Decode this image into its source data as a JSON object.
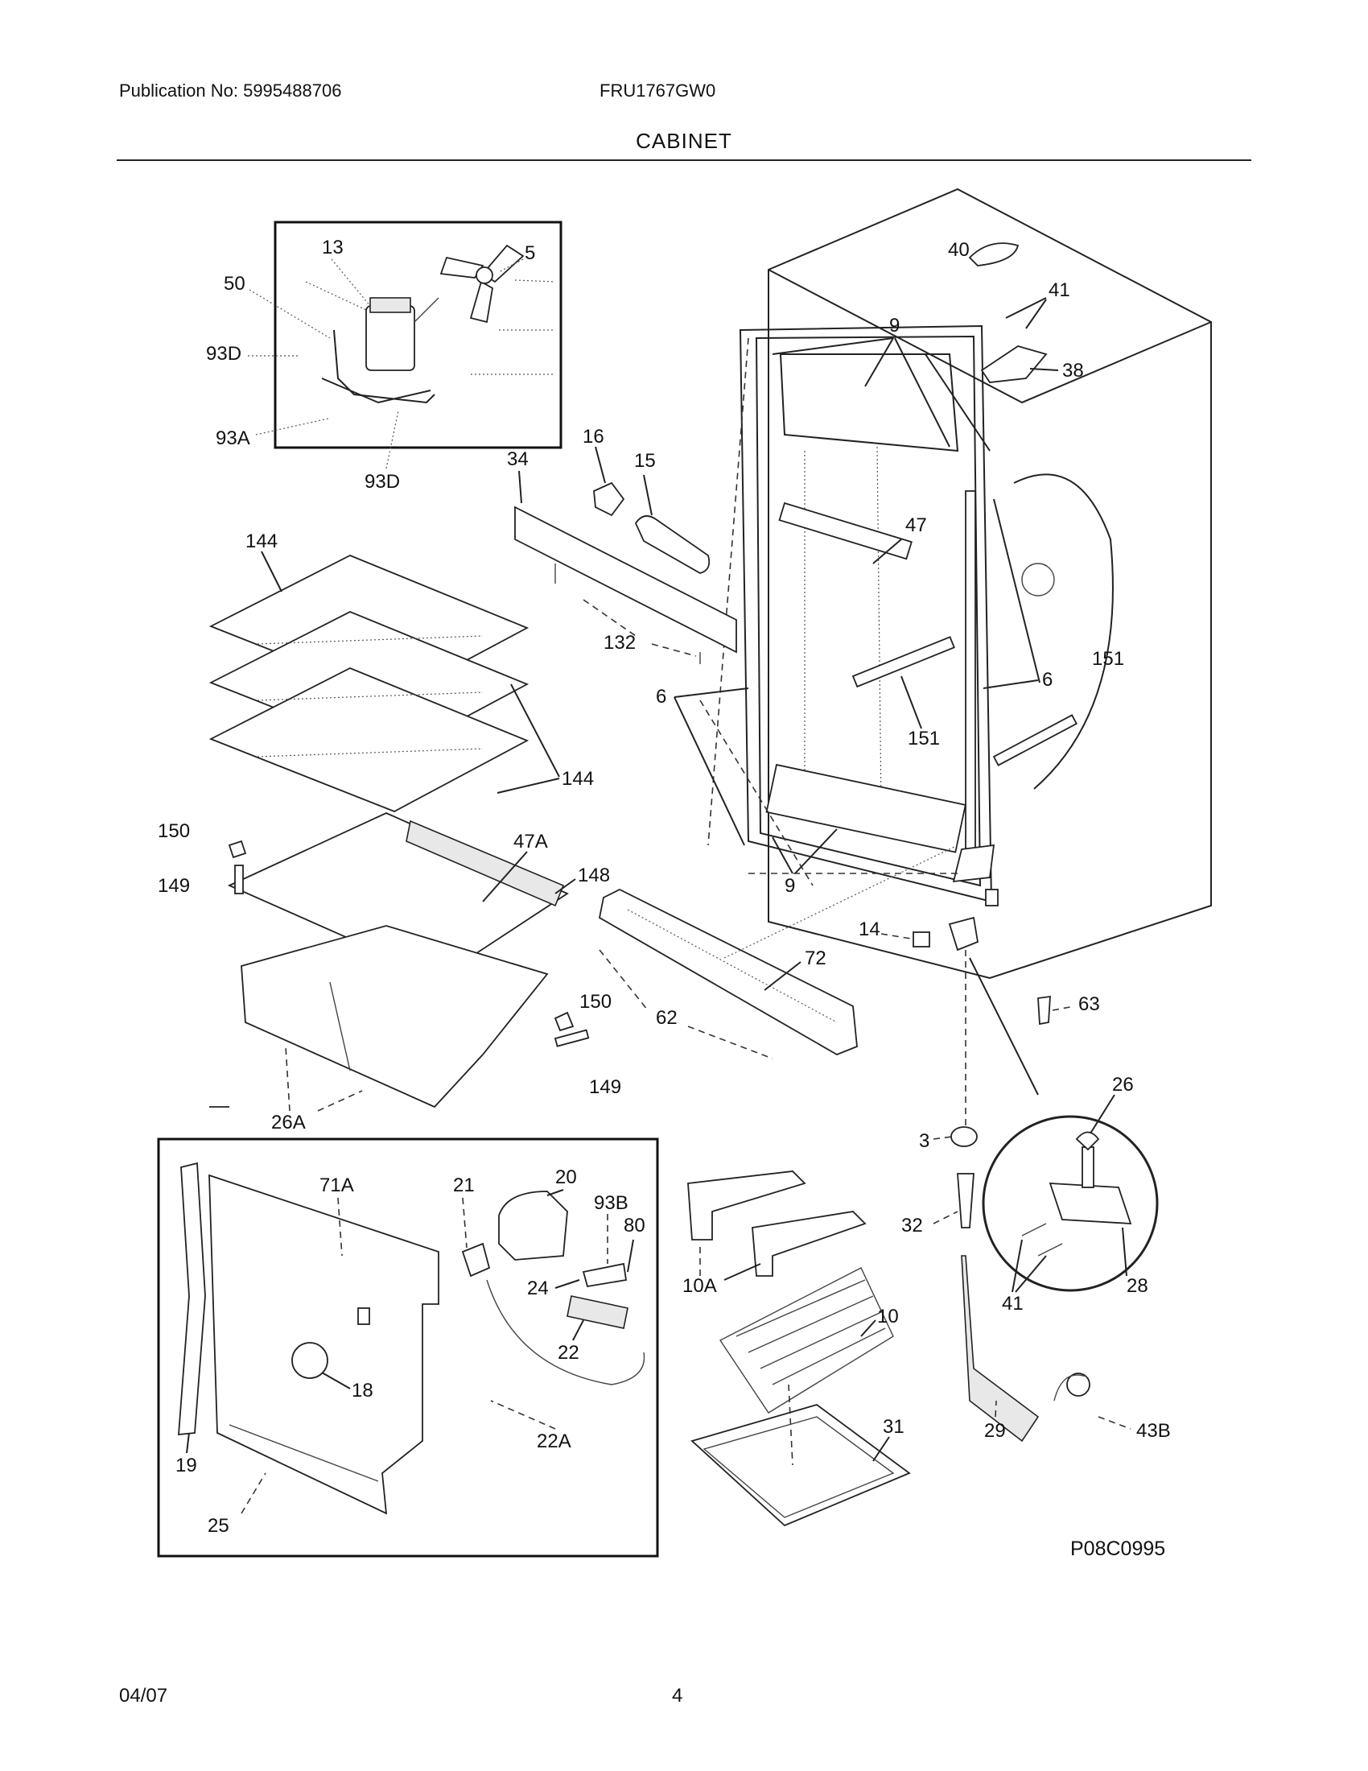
{
  "header": {
    "publication": "Publication No: 5995488706",
    "model": "FRU1767GW0",
    "section": "CABINET"
  },
  "footer": {
    "date": "04/07",
    "page": "4",
    "diagram_id": "P08C0995"
  },
  "callouts": {
    "c13": "13",
    "c5": "5",
    "c50": "50",
    "c93D_a": "93D",
    "c93A": "93A",
    "c93D_b": "93D",
    "c34": "34",
    "c16": "16",
    "c15": "15",
    "c132": "132",
    "c40": "40",
    "c41_a": "41",
    "c9_a": "9",
    "c38": "38",
    "c47": "47",
    "c151_a": "151",
    "c6_a": "6",
    "c151_b": "151",
    "c6_b": "6",
    "c9_b": "9",
    "c144_a": "144",
    "c144_b": "144",
    "c150_a": "150",
    "c149_a": "149",
    "c47A": "47A",
    "c148": "148",
    "c150_b": "150",
    "c149_b": "149",
    "c26A": "26A",
    "c62": "62",
    "c72": "72",
    "c14": "14",
    "c63": "63",
    "c26": "26",
    "c3": "3",
    "c32": "32",
    "c41_b": "41",
    "c28": "28",
    "c29": "29",
    "c43B": "43B",
    "c71A": "71A",
    "c21": "21",
    "c20": "20",
    "c93B": "93B",
    "c80": "80",
    "c24": "24",
    "c22": "22",
    "c22A": "22A",
    "c18": "18",
    "c19": "19",
    "c25": "25",
    "c10A": "10A",
    "c10": "10",
    "c31": "31"
  }
}
